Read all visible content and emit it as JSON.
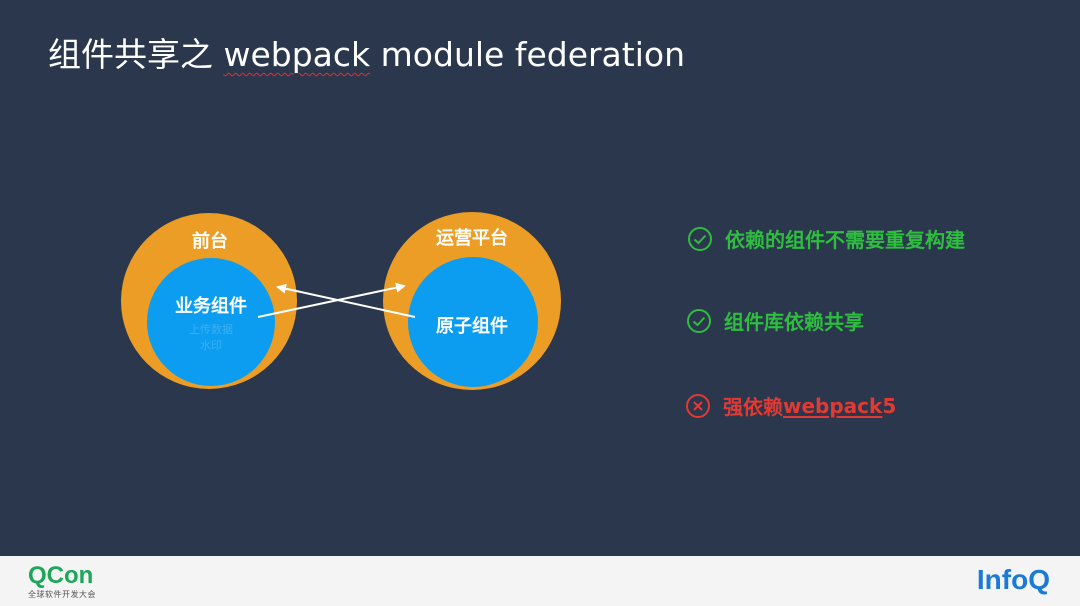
{
  "title": {
    "prefix": "组件共享之 ",
    "squiggle": "webpack",
    "suffix": " module federation"
  },
  "diagram": {
    "left": {
      "outer_label": "前台",
      "inner_label": "业务组件",
      "faint_line1": "上传数据",
      "faint_line2": "水印"
    },
    "right": {
      "outer_label": "运营平台",
      "inner_label": "原子组件"
    }
  },
  "bullets": [
    {
      "text": "依赖的组件不需要重复构建",
      "status": "check"
    },
    {
      "text": "组件库依赖共享",
      "status": "check"
    },
    {
      "prefix": "强依赖 ",
      "underlined": "webpack",
      "suffix": " 5",
      "status": "cross"
    }
  ],
  "footer": {
    "qcon_logo": "QCon",
    "qcon_tagline": "全球软件开发大会",
    "infoq_logo": "InfoQ"
  },
  "colors": {
    "background": "#2b374d",
    "outer_circle": "#eb9d25",
    "inner_circle": "#0c9df0",
    "ok": "#2ebd3f",
    "bad": "#e23a33"
  }
}
